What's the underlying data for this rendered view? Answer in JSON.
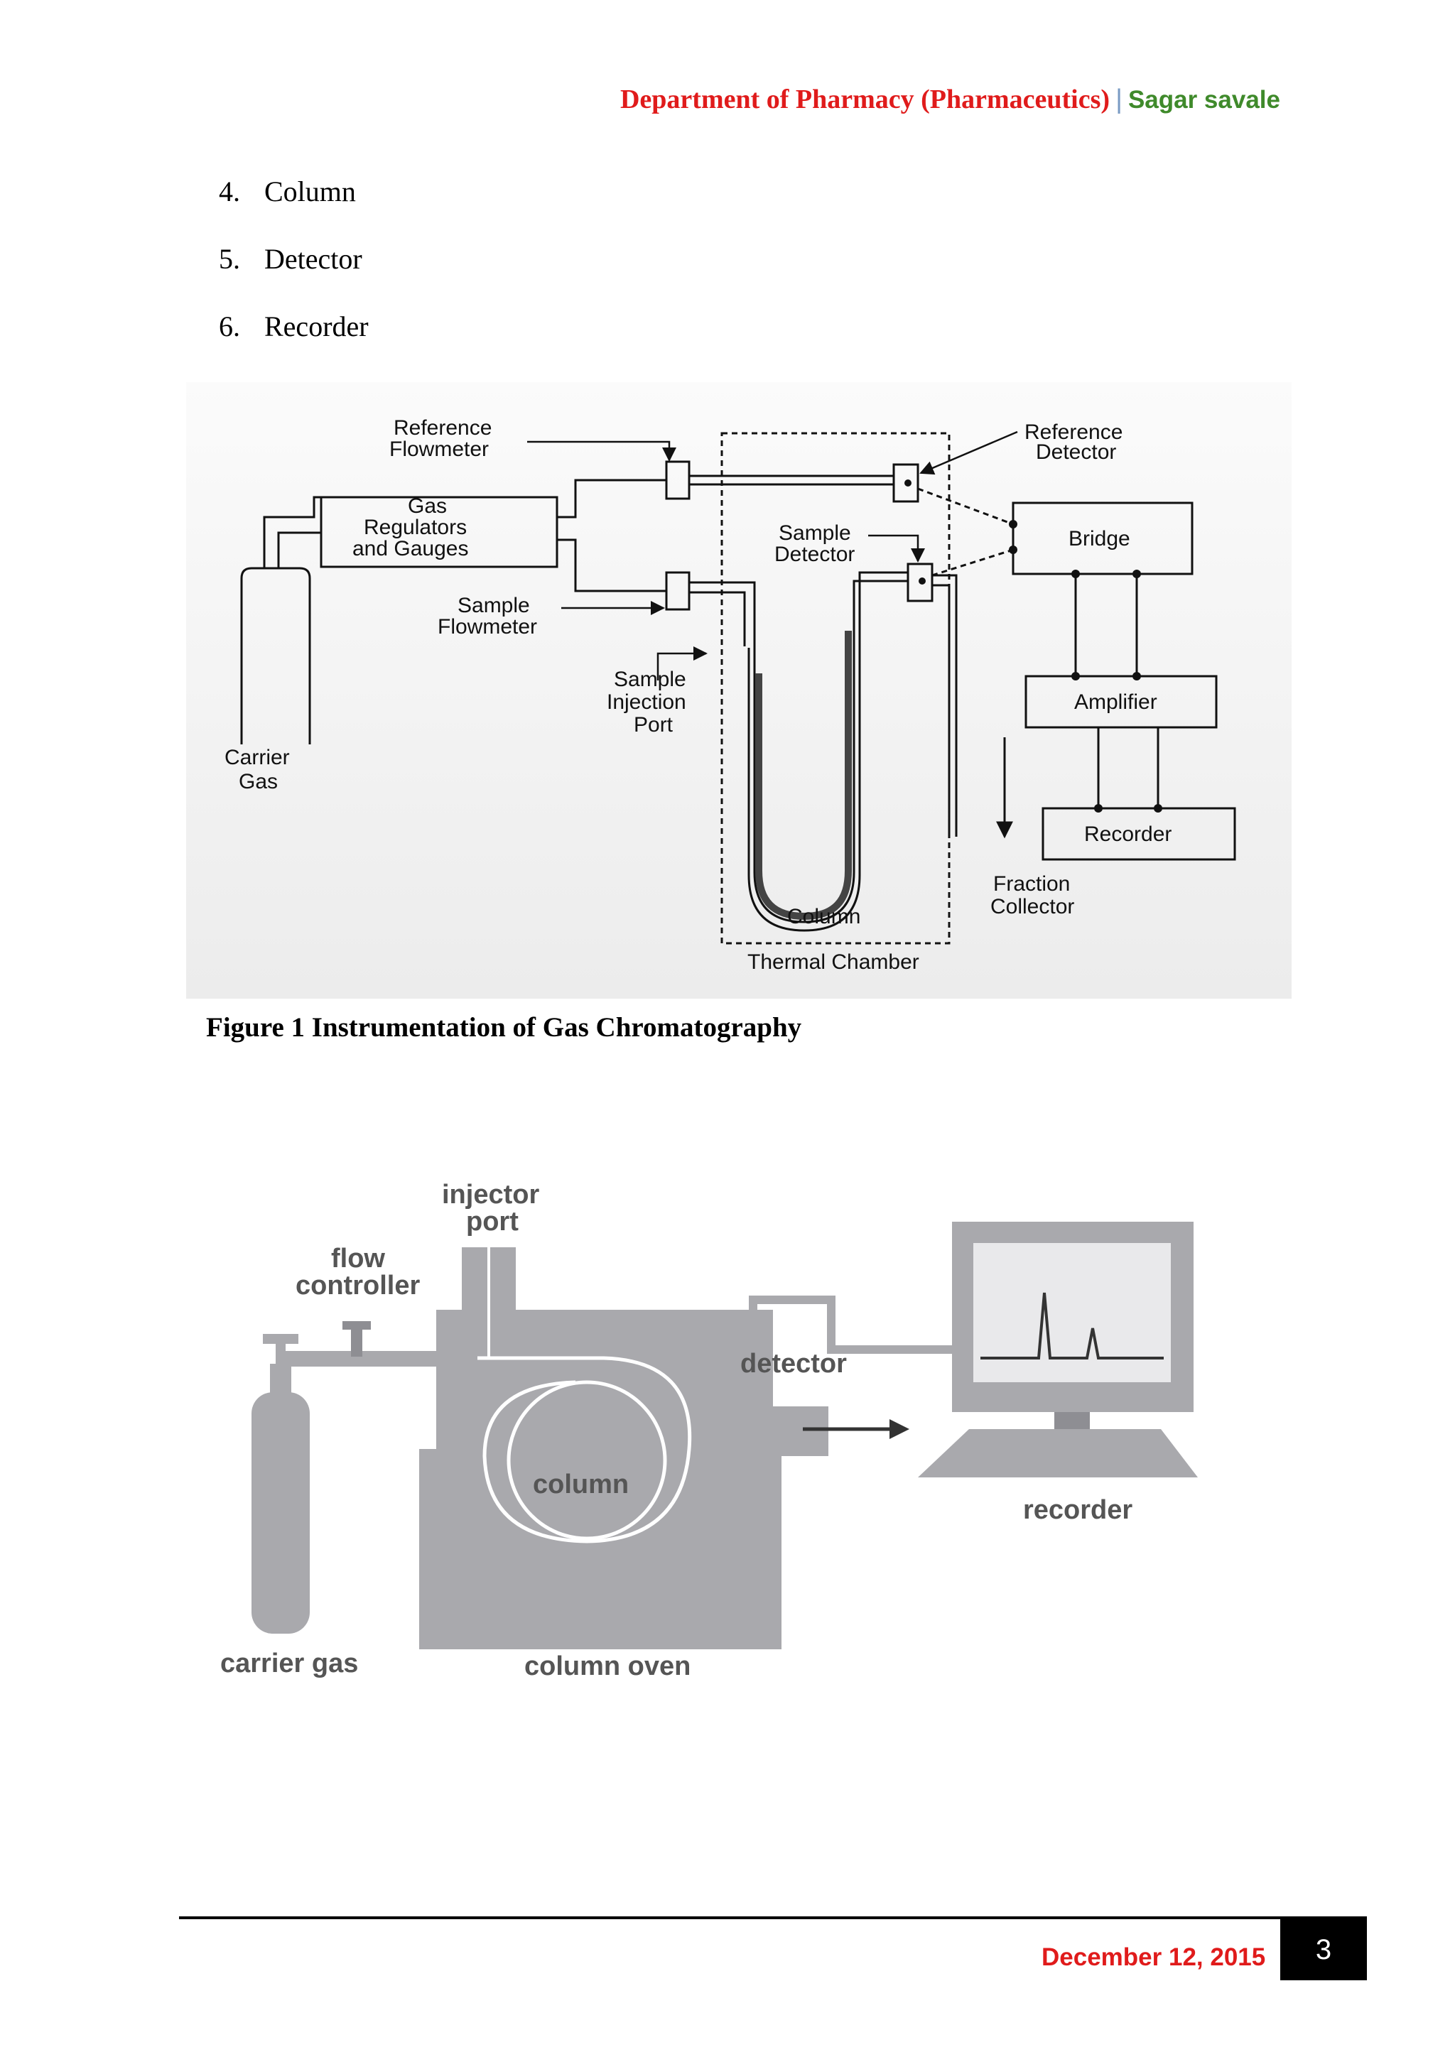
{
  "header": {
    "department": "Department of Pharmacy (Pharmaceutics)",
    "separator": "|",
    "author": "Sagar savale"
  },
  "list": [
    {
      "number": "4.",
      "text": "Column"
    },
    {
      "number": "5.",
      "text": "Detector"
    },
    {
      "number": "6.",
      "text": "Recorder"
    }
  ],
  "figure1": {
    "labels": {
      "reference_flowmeter_1": "Reference",
      "reference_flowmeter_2": "Flowmeter",
      "gas_regulators_1": "Gas",
      "gas_regulators_2": "Regulators",
      "gas_regulators_3": "and Gauges",
      "sample_flowmeter_1": "Sample",
      "sample_flowmeter_2": "Flowmeter",
      "sample_injection_1": "Sample",
      "sample_injection_2": "Injection",
      "sample_injection_3": "Port",
      "carrier_gas_1": "Carrier",
      "carrier_gas_2": "Gas",
      "reference_detector_1": "Reference",
      "reference_detector_2": "Detector",
      "sample_detector_1": "Sample",
      "sample_detector_2": "Detector",
      "bridge": "Bridge",
      "amplifier": "Amplifier",
      "recorder": "Recorder",
      "fraction_collector_1": "Fraction",
      "fraction_collector_2": "Collector",
      "column": "Column",
      "thermal_chamber": "Thermal Chamber"
    },
    "caption": "Figure 1 Instrumentation of Gas Chromatography"
  },
  "figure2": {
    "labels": {
      "injector_port_1": "injector",
      "injector_port_2": "port",
      "flow_controller_1": "flow",
      "flow_controller_2": "controller",
      "detector": "detector",
      "column": "column",
      "recorder": "recorder",
      "carrier_gas": "carrier gas",
      "column_oven": "column oven"
    }
  },
  "footer": {
    "date": "December 12, 2015",
    "page_number": "3"
  }
}
